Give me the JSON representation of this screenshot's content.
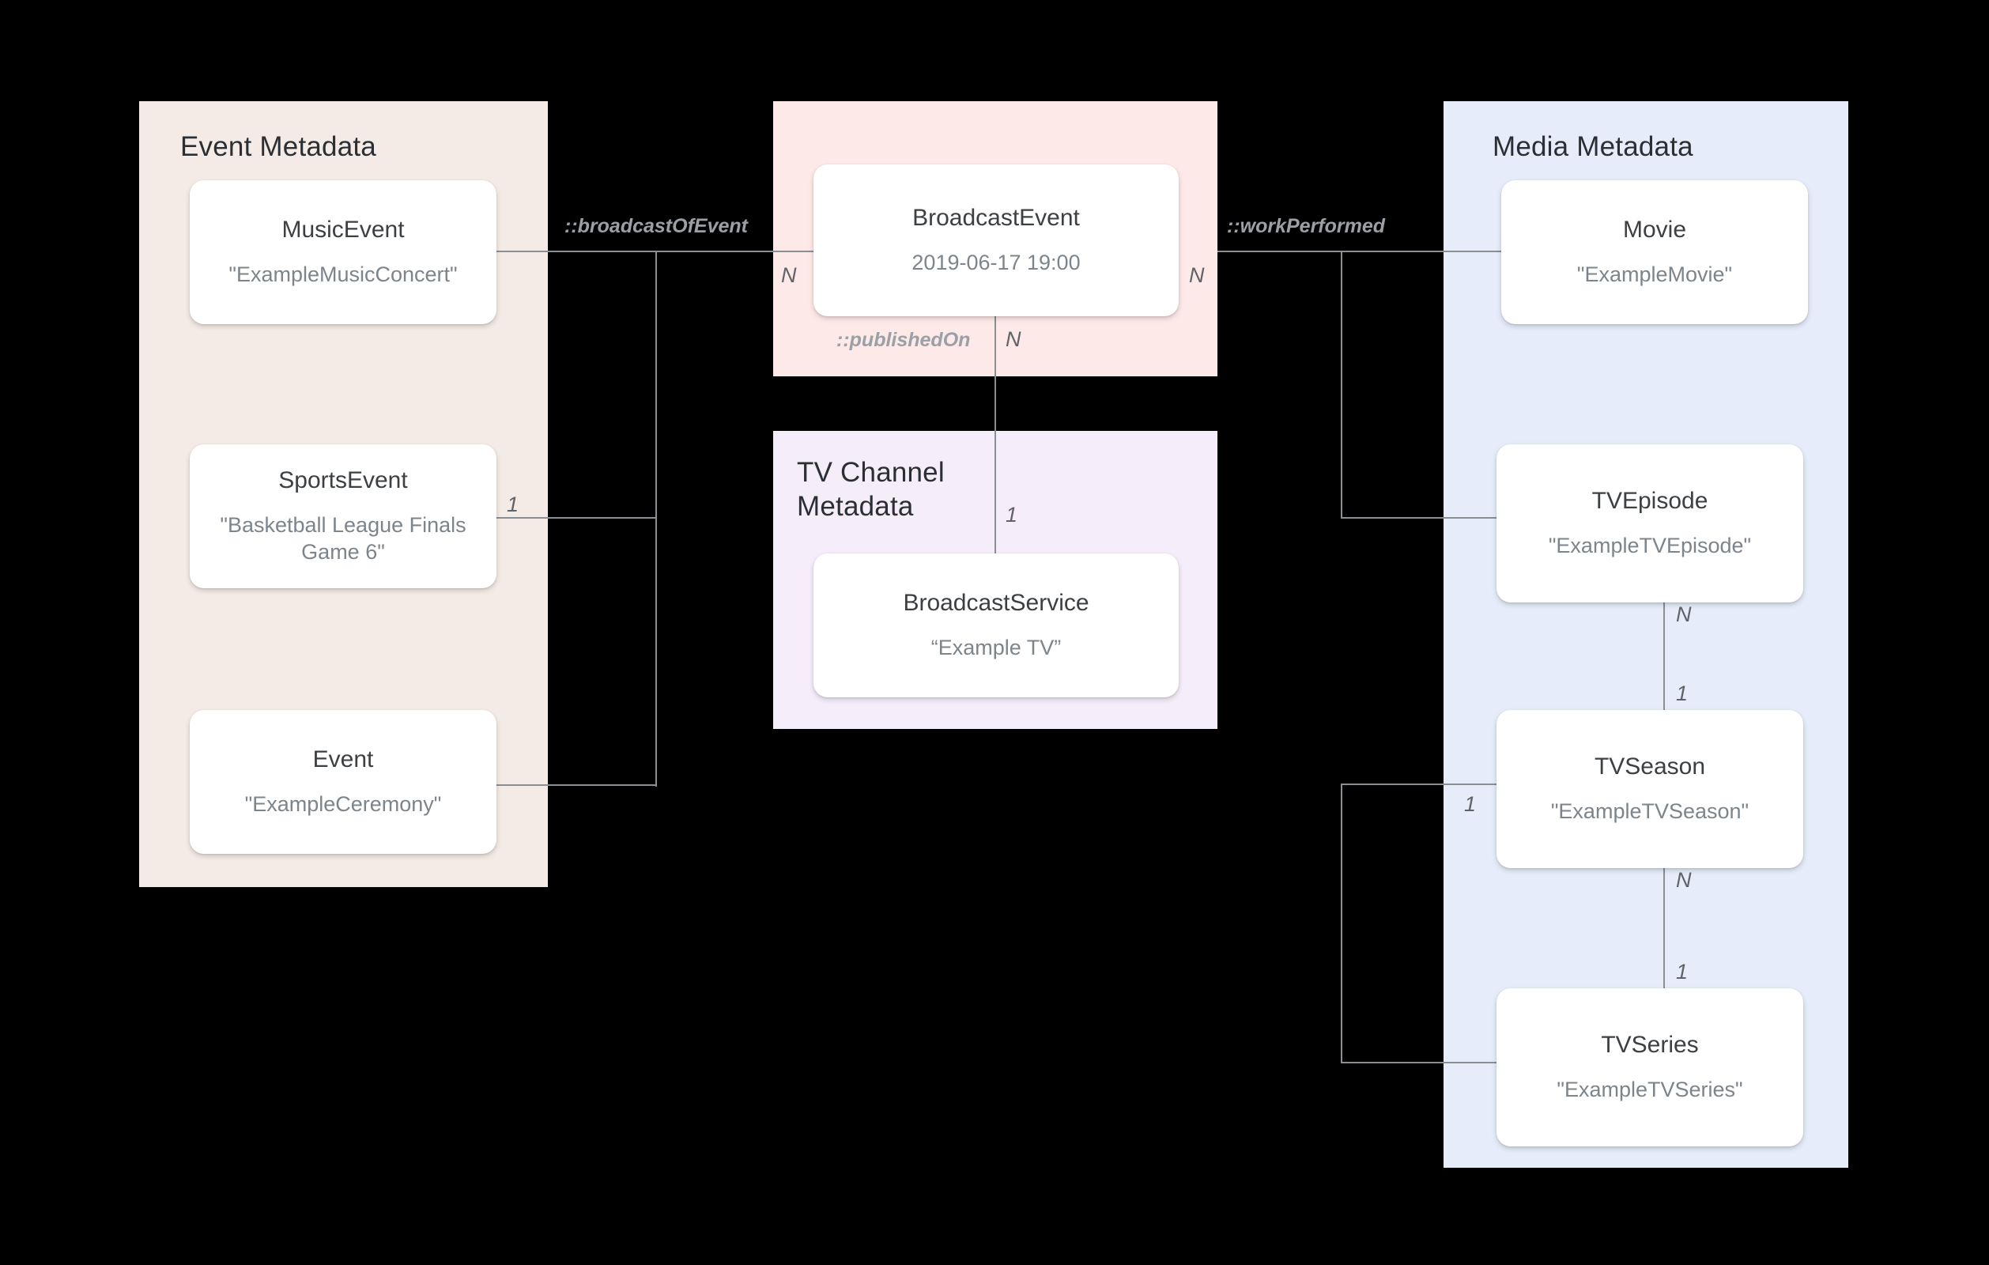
{
  "diagram": {
    "title": "Broadcast / Media metadata entity relationship diagram",
    "colors": {
      "event_panel": "#f5ebe6",
      "broadcast_panel": "#fde9e7",
      "tvchannel_panel": "#f6edfb",
      "media_panel": "#e6ecfa",
      "card": "#ffffff",
      "connector": "#8a8f94",
      "title_text": "#2b2f33",
      "entity_text": "#3c4043",
      "value_text": "#7c848c",
      "cardinality_text": "#5f6368",
      "relation_text": "#9aa0a6",
      "background": "#000000"
    }
  },
  "panels": {
    "event": {
      "title": "Event Metadata"
    },
    "broadcast": {
      "title": ""
    },
    "tvchannel": {
      "title": "TV Channel\nMetadata"
    },
    "media": {
      "title": "Media Metadata"
    }
  },
  "entities": {
    "music_event": {
      "type": "MusicEvent",
      "value": "\"ExampleMusicConcert\""
    },
    "sports_event": {
      "type": "SportsEvent",
      "value": "\"Basketball League Finals Game 6\""
    },
    "event": {
      "type": "Event",
      "value": "\"ExampleCeremony\""
    },
    "broadcast_event": {
      "type": "BroadcastEvent",
      "value": "2019-06-17 19:00"
    },
    "broadcast_service": {
      "type": "BroadcastService",
      "value": "“Example TV”"
    },
    "movie": {
      "type": "Movie",
      "value": "\"ExampleMovie\""
    },
    "tv_episode": {
      "type": "TVEpisode",
      "value": "\"ExampleTVEpisode\""
    },
    "tv_season": {
      "type": "TVSeason",
      "value": "\"ExampleTVSeason\""
    },
    "tv_series": {
      "type": "TVSeries",
      "value": "\"ExampleTVSeries\""
    }
  },
  "relations": {
    "broadcast_of_event": {
      "label": "::broadcastOfEvent"
    },
    "work_performed": {
      "label": "::workPerformed"
    },
    "published_on": {
      "label": "::publishedOn"
    }
  },
  "cardinalities": {
    "sports_event_side": "1",
    "broadcast_event_left": "N",
    "broadcast_event_right": "N",
    "broadcast_event_bottom": "N",
    "broadcast_service_top": "1",
    "tv_episode_bottom": "N",
    "tv_season_top": "1",
    "tv_season_left": "1",
    "tv_season_bottom": "N",
    "tv_series_top": "1"
  }
}
